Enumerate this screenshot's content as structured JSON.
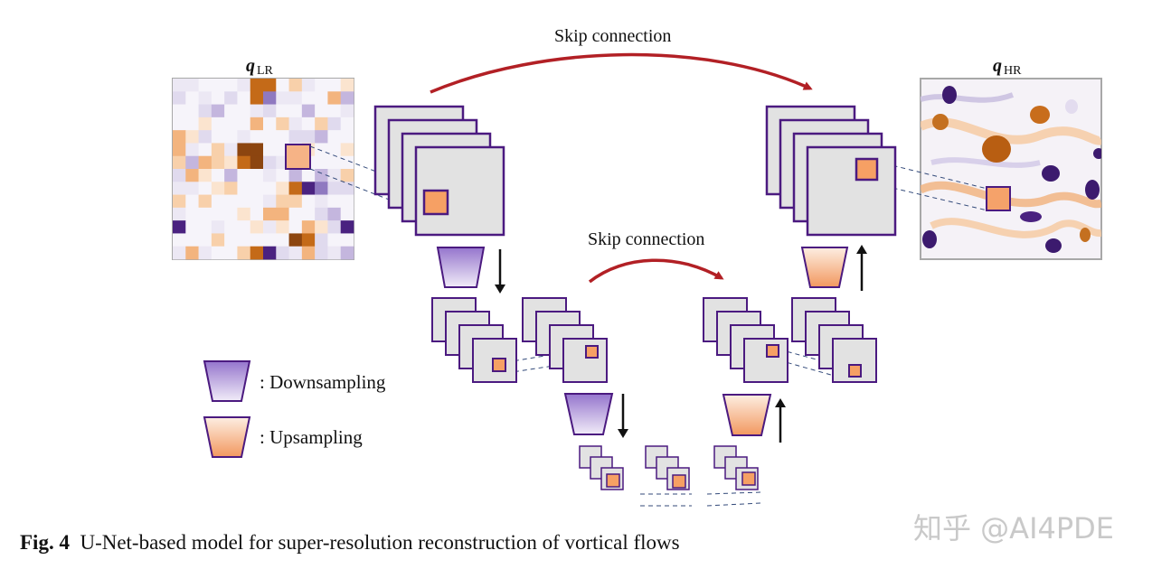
{
  "labels": {
    "input_field": "LR",
    "output_field": "HR",
    "field_symbol": "q",
    "skip_top": "Skip connection",
    "skip_middle": "Skip connection"
  },
  "legend": {
    "downsampling": ": Downsampling",
    "upsampling": ": Upsampling"
  },
  "caption": {
    "prefix": "Fig. 4",
    "text": "U-Net-based model for super-resolution reconstruction of vortical flows"
  },
  "watermark": "知乎 @AI4PDE",
  "colors": {
    "frame_purple": "#4b1a80",
    "box_fill": "#e2e2e2",
    "arrow_red": "#b22025",
    "down_gradient_top": "#9575cd",
    "down_gradient_bottom": "#ede7f6",
    "up_gradient_top": "#fbe7d8",
    "up_gradient_bottom": "#f2985f",
    "orange_square": "#f6a064"
  },
  "icons": [
    "downsampling-trapezoid-icon",
    "upsampling-trapezoid-icon",
    "down-arrow-icon",
    "up-arrow-icon",
    "curved-red-arrow-icon"
  ]
}
